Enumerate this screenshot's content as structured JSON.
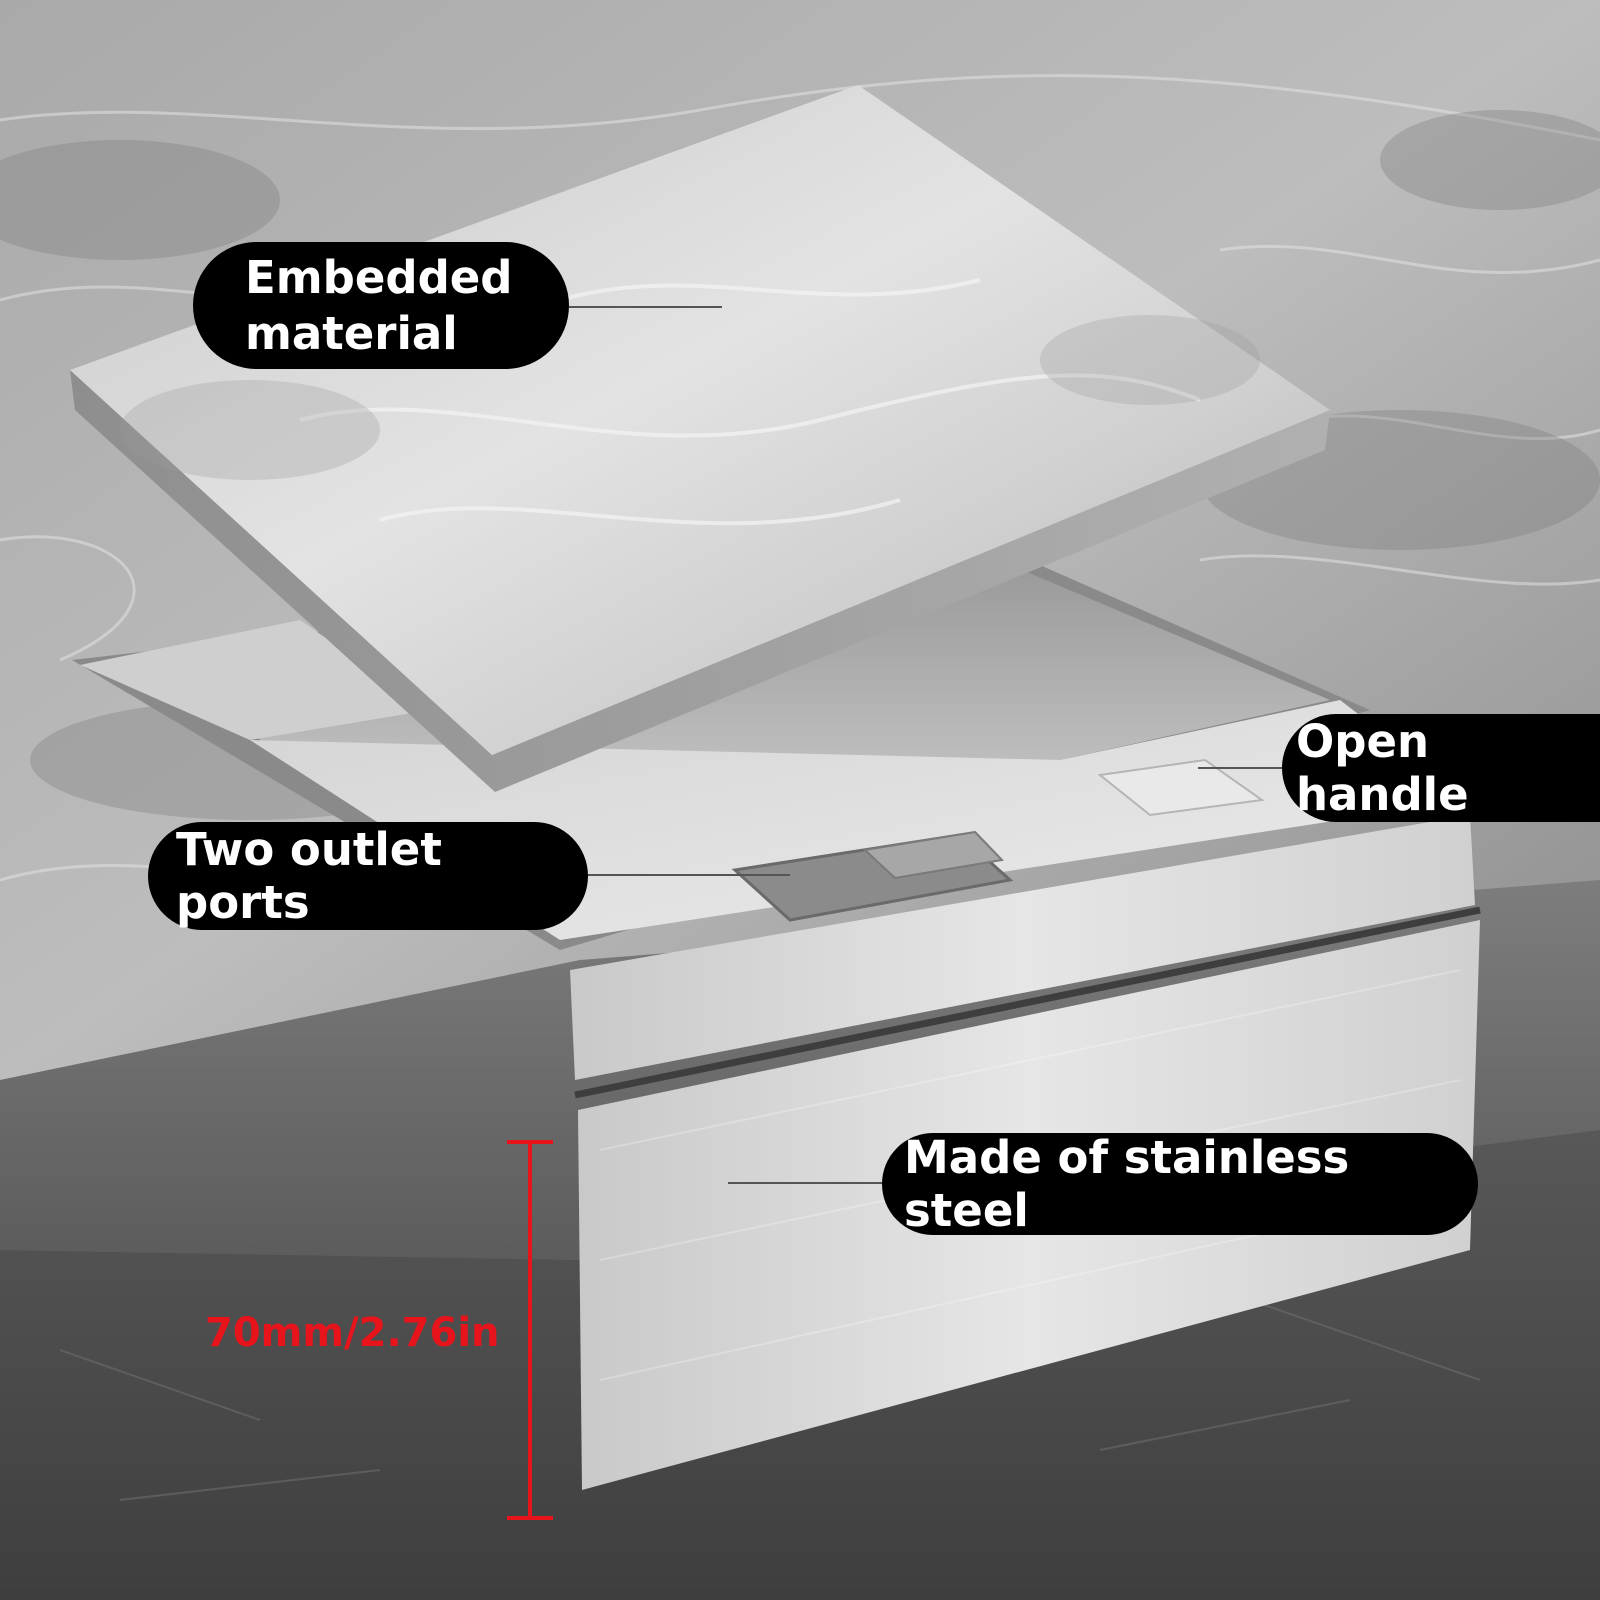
{
  "callouts": {
    "embedded_material": {
      "line1": "Embedded",
      "line2": "material"
    },
    "two_outlet_ports": "Two outlet ports",
    "open_handle": "Open handle",
    "stainless_steel": "Made of stainless steel"
  },
  "dimension": {
    "label": "70mm/2.76in",
    "color": "#e8141c"
  },
  "colors": {
    "callout_background": "#000000",
    "callout_text": "#ffffff",
    "marble": "#b9b9b9",
    "steel": "#d6d6d6"
  }
}
